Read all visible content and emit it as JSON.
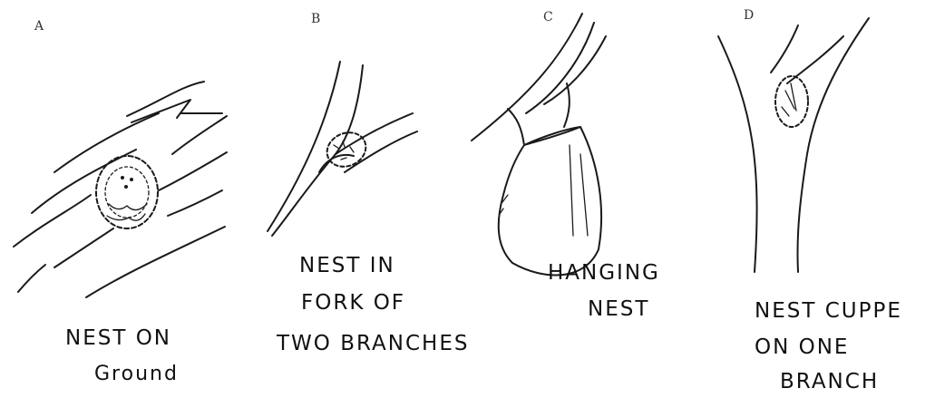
{
  "panels": [
    {
      "letter": "A",
      "caption_lines": [
        "NEST ON",
        "Ground"
      ]
    },
    {
      "letter": "B",
      "caption_lines": [
        "NEST IN",
        "FORK OF",
        "TWO BRANCHES"
      ]
    },
    {
      "letter": "C",
      "caption_lines": [
        "HANGING",
        "NEST"
      ]
    },
    {
      "letter": "D",
      "caption_lines": [
        "NEST CUPPE",
        "ON ONE",
        "BRANCH"
      ]
    }
  ],
  "colors": {
    "ink": "#1a1a1a",
    "paper": "#ffffff"
  }
}
